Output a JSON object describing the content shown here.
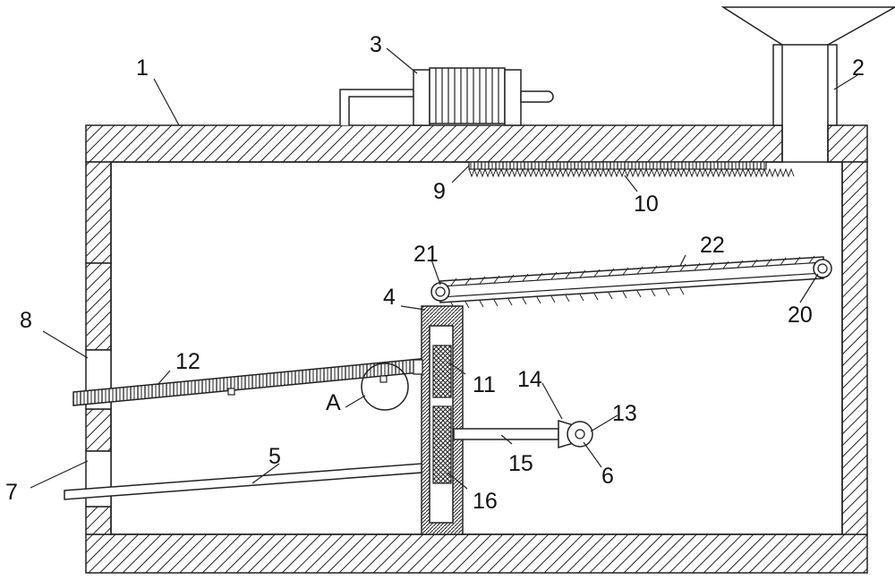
{
  "labels": {
    "l1": "1",
    "l2": "2",
    "l3": "3",
    "l4": "4",
    "l5": "5",
    "l6": "6",
    "l7": "7",
    "l8": "8",
    "l9": "9",
    "l10": "10",
    "l11": "11",
    "l12": "12",
    "l13": "13",
    "l14": "14",
    "l15": "15",
    "l16": "16",
    "l20": "20",
    "l21": "21",
    "l22": "22",
    "lA": "A"
  },
  "colors": {
    "stroke": "#222222",
    "fill": "#ffffff"
  }
}
